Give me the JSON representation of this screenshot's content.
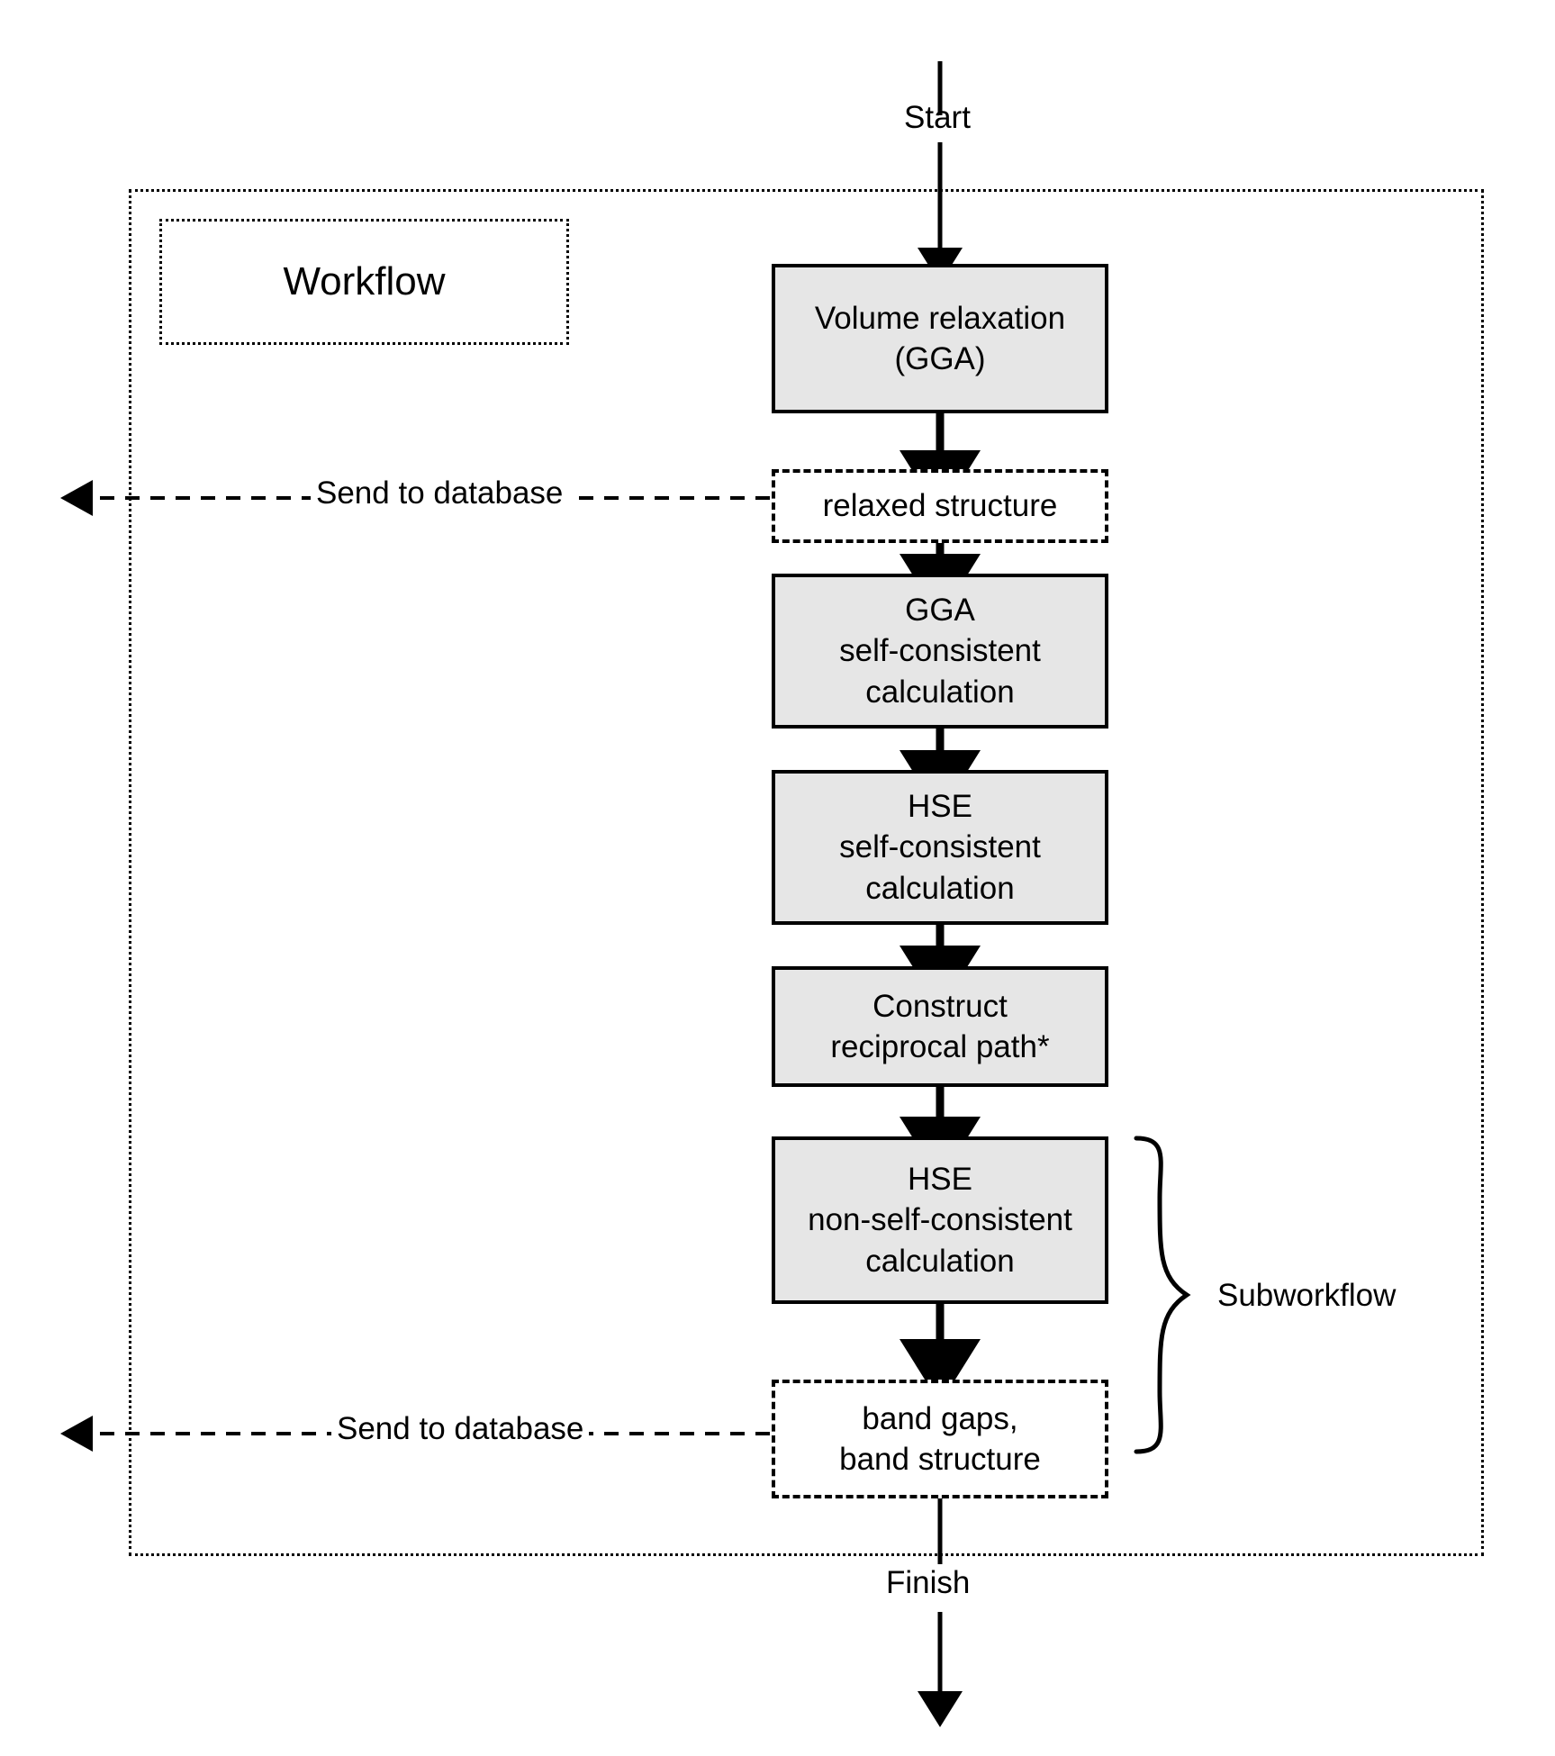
{
  "diagram": {
    "title_label": "Workflow",
    "start_label": "Start",
    "finish_label": "Finish",
    "subworkflow_label": "Subworkflow",
    "colors": {
      "process_fill": "#e6e6e6",
      "stroke": "#000000",
      "background": "#ffffff"
    },
    "nodes": [
      {
        "id": "volume-relaxation",
        "type": "process",
        "text": "Volume relaxation\n(GGA)"
      },
      {
        "id": "relaxed-structure",
        "type": "data",
        "text": "relaxed structure"
      },
      {
        "id": "gga-scf",
        "type": "process",
        "text": "GGA\nself-consistent\ncalculation"
      },
      {
        "id": "hse-scf",
        "type": "process",
        "text": "HSE\nself-consistent\ncalculation"
      },
      {
        "id": "reciprocal-path",
        "type": "process",
        "text": "Construct\nreciprocal path*"
      },
      {
        "id": "hse-nscf",
        "type": "process",
        "text": "HSE\nnon-self-consistent\ncalculation"
      },
      {
        "id": "band-results",
        "type": "data",
        "text": "band gaps,\nband structure"
      }
    ],
    "edges": [
      {
        "id": "send-to-database-1",
        "label": "Send to database",
        "from": "relaxed-structure",
        "direction": "left",
        "style": "dashed"
      },
      {
        "id": "send-to-database-2",
        "label": "Send to database",
        "from": "band-results",
        "direction": "left",
        "style": "dashed"
      }
    ]
  }
}
